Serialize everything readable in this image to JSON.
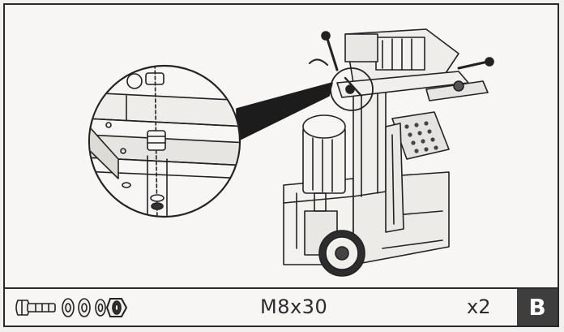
{
  "instruction_panel": {
    "hardware_icons": [
      "bolt-icon",
      "washer-icon",
      "washer-icon",
      "lock-washer-icon",
      "nut-icon"
    ],
    "fastener_spec": "M8x30",
    "quantity": "x2",
    "step_label": "B"
  }
}
